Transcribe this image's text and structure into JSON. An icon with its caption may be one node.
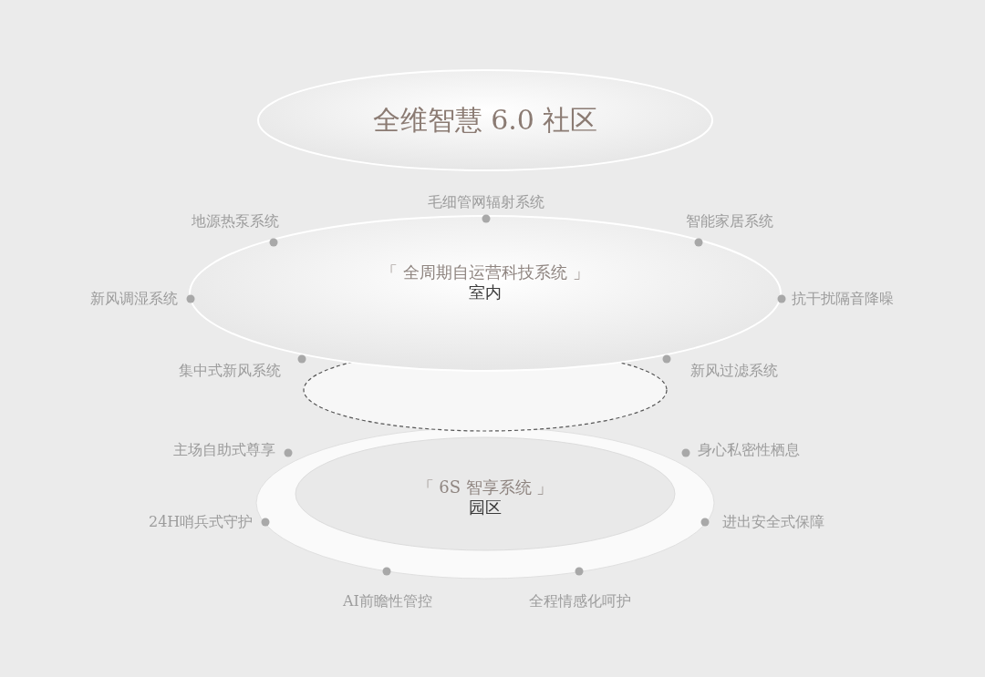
{
  "diagram": {
    "nodes": [
      {
        "text": [
          "全维智慧 6.0 社区"
        ]
      },
      {
        "text": [
          "「 全周期自运营科技系统 」",
          "室内"
        ]
      },
      {
        "text": [],
        "shape": "circle"
      },
      {
        "text": [
          "「 6S 智享系统 」",
          "园区"
        ]
      }
    ],
    "labels": [
      "毛细管网辐射系统",
      "地源热泵系统",
      "智能家居系统",
      "新风调湿系统",
      "抗干扰隔音降噪",
      "集中式新风系统",
      "新风过滤系统",
      "主场自助式尊享",
      "身心私密性栖息",
      "24H哨兵式守护",
      "进出安全式保障",
      "AI前瞻性管控",
      "全程情感化呵护"
    ]
  }
}
